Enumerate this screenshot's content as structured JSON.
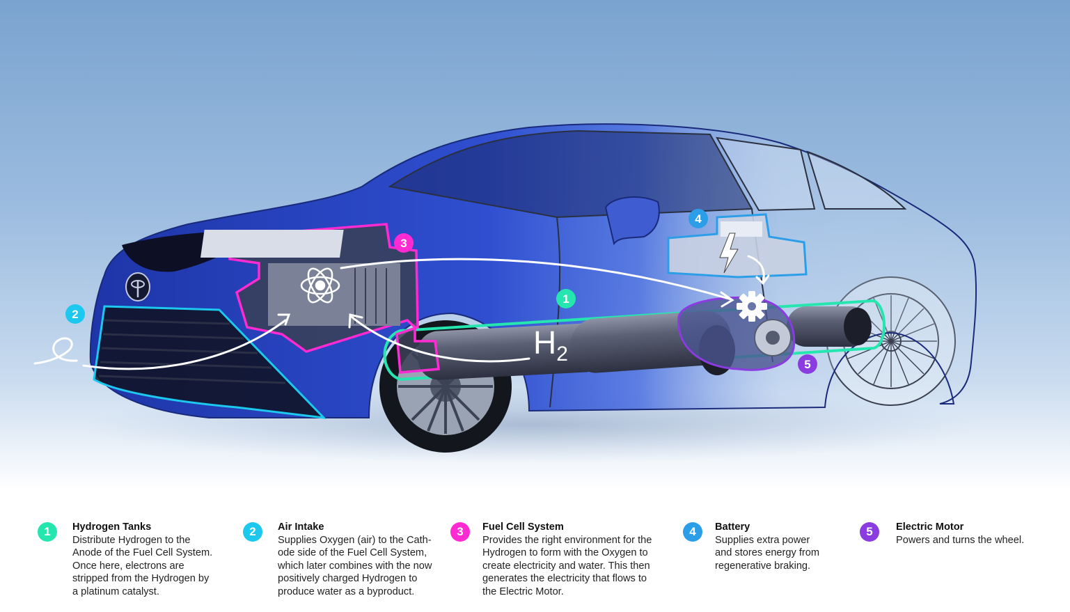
{
  "colors": {
    "hydrogen_tanks": "#26e6b0",
    "air_intake": "#1dc8ee",
    "fuel_cell": "#ff2ad1",
    "battery": "#2c9ee8",
    "electric_motor": "#8a3ce0",
    "car_body": "#2b46c4",
    "background_top": "#7aa3cf"
  },
  "diagram": {
    "h2_label": "H",
    "h2_subscript": "2",
    "icons": [
      "atom-icon",
      "lightning-bolt-icon",
      "gear-icon",
      "air-swirl-icon",
      "toyota-logo-icon"
    ]
  },
  "legend": [
    {
      "number": "1",
      "title": "Hydrogen Tanks",
      "description": "Distribute Hydrogen to the\nAnode of the Fuel Cell System.\nOnce here, electrons are\nstripped from the Hydrogen by\na platinum catalyst."
    },
    {
      "number": "2",
      "title": "Air Intake",
      "description": "Supplies Oxygen (air) to the Cath-\node side of the Fuel Cell System,\nwhich later combines with the now\npositively charged Hydrogen to\nproduce water as a byproduct."
    },
    {
      "number": "3",
      "title": "Fuel Cell System",
      "description": "Provides the right environment for the\nHydrogen to form with the Oxygen to\ncreate electricity and water. This then\ngenerates the electricity that flows to\nthe Electric Motor."
    },
    {
      "number": "4",
      "title": "Battery",
      "description": "Supplies extra power\nand stores energy from\nregenerative braking."
    },
    {
      "number": "5",
      "title": "Electric Motor",
      "description": "Powers and turns the wheel."
    }
  ]
}
